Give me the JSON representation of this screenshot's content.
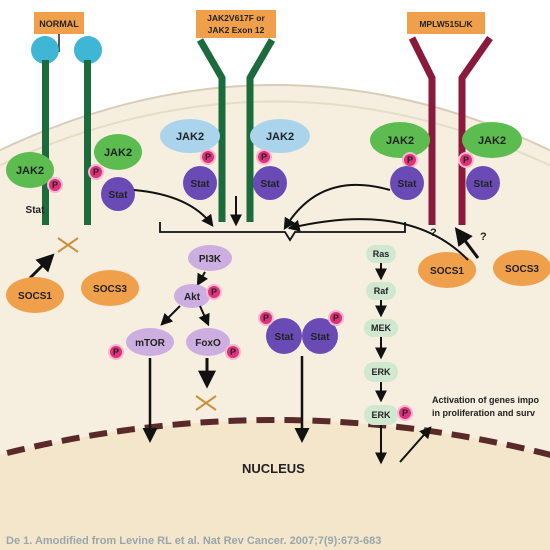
{
  "labels": {
    "normal": "NORMAL",
    "jak2_mut_line1": "JAK2V617F or",
    "jak2_mut_line2": "JAK2 Exon 12",
    "mpl": "MPLW515L/K",
    "nucleus": "NUCLEUS"
  },
  "proteins": {
    "jak2": "JAK2",
    "p": "P",
    "stat": "Stat",
    "socs1": "SOCS1",
    "socs3": "SOCS3",
    "pi3k": "PI3K",
    "akt": "Akt",
    "mtor": "mTOR",
    "foxo": "FoxO",
    "ras": "Ras",
    "raf": "Raf",
    "mek": "MEK",
    "erk": "ERK",
    "question": "?"
  },
  "annotation": {
    "activation_line1": "Activation of genes impo",
    "activation_line2": "in proliferation and surv"
  },
  "caption": "De 1. Amodified from Levine RL et al. Nat Rev Cancer. 2007;7(9):673-683"
}
